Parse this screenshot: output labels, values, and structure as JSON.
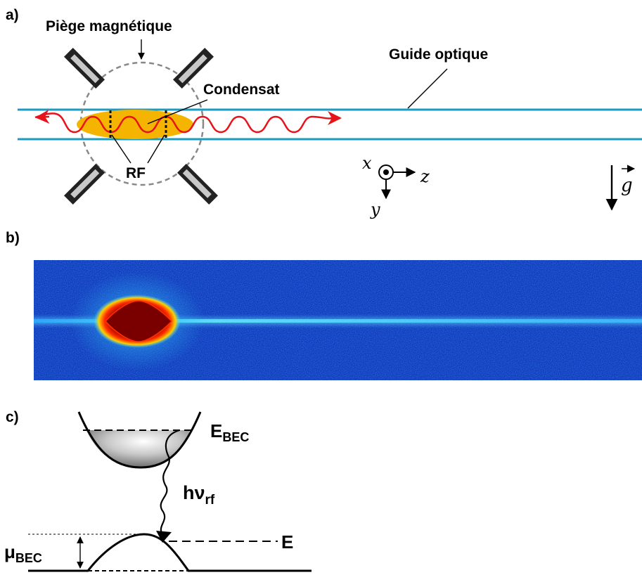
{
  "panel_a": {
    "label": "a)",
    "trap_label": "Piège magnétique",
    "guide_label": "Guide optique",
    "condensate_label": "Condensat",
    "rf_label": "RF",
    "axis_x": "x",
    "axis_y": "y",
    "axis_z": "z",
    "gravity": "g",
    "colors": {
      "guide": "#1a9bbf",
      "condensate": "#f5b400",
      "wave": "#e8121b"
    }
  },
  "panel_b": {
    "label": "b)",
    "image": {
      "type": "heatmap",
      "colormap": "jet",
      "background": "#0a2fb0",
      "beam_color": "#7fe0ff",
      "core_color": "#8a0000"
    }
  },
  "panel_c": {
    "label": "c)",
    "e_bec": "E",
    "e_bec_sub": "BEC",
    "photon": "hν",
    "photon_sub": "rf",
    "energy": "E",
    "mu": "μ",
    "mu_sub": "BEC"
  }
}
